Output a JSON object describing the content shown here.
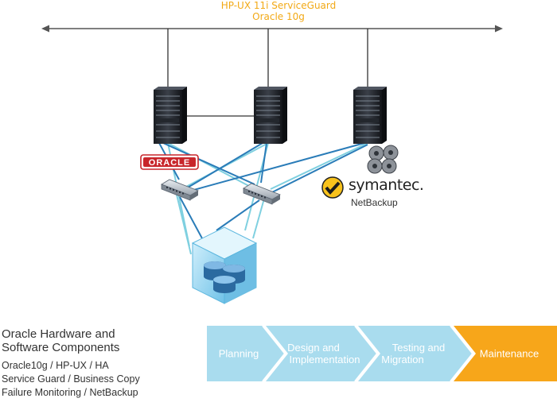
{
  "header": {
    "line1": "HP-UX 11i ServiceGuard",
    "line2": "Oracle 10g"
  },
  "logos": {
    "oracle": "ORACLE",
    "symantec": "symantec.",
    "netbackup": "NetBackup"
  },
  "components": {
    "heading_line1": "Oracle Hardware and",
    "heading_line2": "Software Components",
    "items": [
      "Oracle10g / HP-UX / HA",
      "Service Guard / Business Copy",
      "Failure Monitoring / NetBackup"
    ]
  },
  "phases": [
    {
      "lines": [
        "Planning"
      ],
      "active": false
    },
    {
      "lines": [
        "Design and",
        "Implementation"
      ],
      "active": false
    },
    {
      "lines": [
        "Testing and",
        "Migration"
      ],
      "active": false
    },
    {
      "lines": [
        "Maintenance"
      ],
      "active": true
    }
  ],
  "colors": {
    "accent": "#f2a916",
    "phase_inactive": "#a9dcee",
    "phase_active": "#f7a61a",
    "oracle_red": "#c8262b",
    "link_dark": "#2a7cb8",
    "link_light": "#7fd0e0"
  },
  "icons": {
    "servers": "server-rack-icon",
    "switches": "network-switch-icon",
    "storage": "storage-array-icon",
    "gears": "gears-icon",
    "symantec": "symantec-logo-icon"
  }
}
